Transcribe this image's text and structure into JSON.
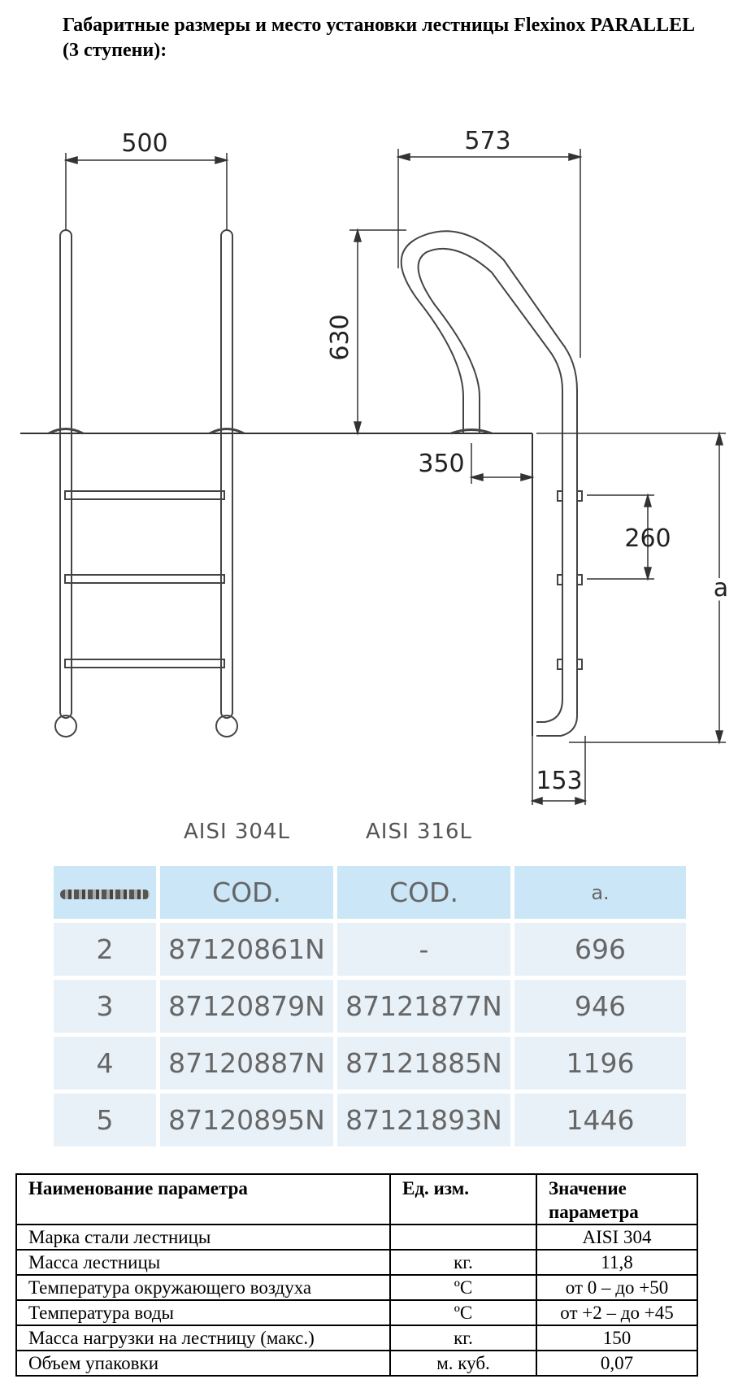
{
  "title": "Габаритные размеры и место установки лестницы Flexinox PARALLEL (3 ступени):",
  "dimensions": {
    "width_front": "500",
    "depth_total": "573",
    "handrail_height": "630",
    "handrail_offset": "350",
    "step_spacing": "260",
    "height_a": "a",
    "bottom_offset": "153"
  },
  "materials": [
    "AISI 304L",
    "AISI 316L"
  ],
  "code_table": {
    "header": [
      "",
      "COD.",
      "COD.",
      "a."
    ],
    "rows": [
      [
        "2",
        "87120861N",
        "-",
        "696"
      ],
      [
        "3",
        "87120879N",
        "87121877N",
        "946"
      ],
      [
        "4",
        "87120887N",
        "87121885N",
        "1196"
      ],
      [
        "5",
        "87120895N",
        "87121893N",
        "1446"
      ]
    ]
  },
  "param_table": {
    "header": [
      "Наименование параметра",
      "Ед. изм.",
      "Значение параметра"
    ],
    "rows": [
      [
        "Марка стали лестницы",
        "",
        "AISI 304"
      ],
      [
        "Масса лестницы",
        "кг.",
        "11,8"
      ],
      [
        "Температура окружающего воздуха",
        "ºС",
        "от 0 – до +50"
      ],
      [
        "Температура воды",
        "ºС",
        "от +2 – до +45"
      ],
      [
        "Масса нагрузки на лестницу (макс.)",
        "кг.",
        "150"
      ],
      [
        "Объем упаковки",
        "м. куб.",
        "0,07"
      ]
    ]
  }
}
